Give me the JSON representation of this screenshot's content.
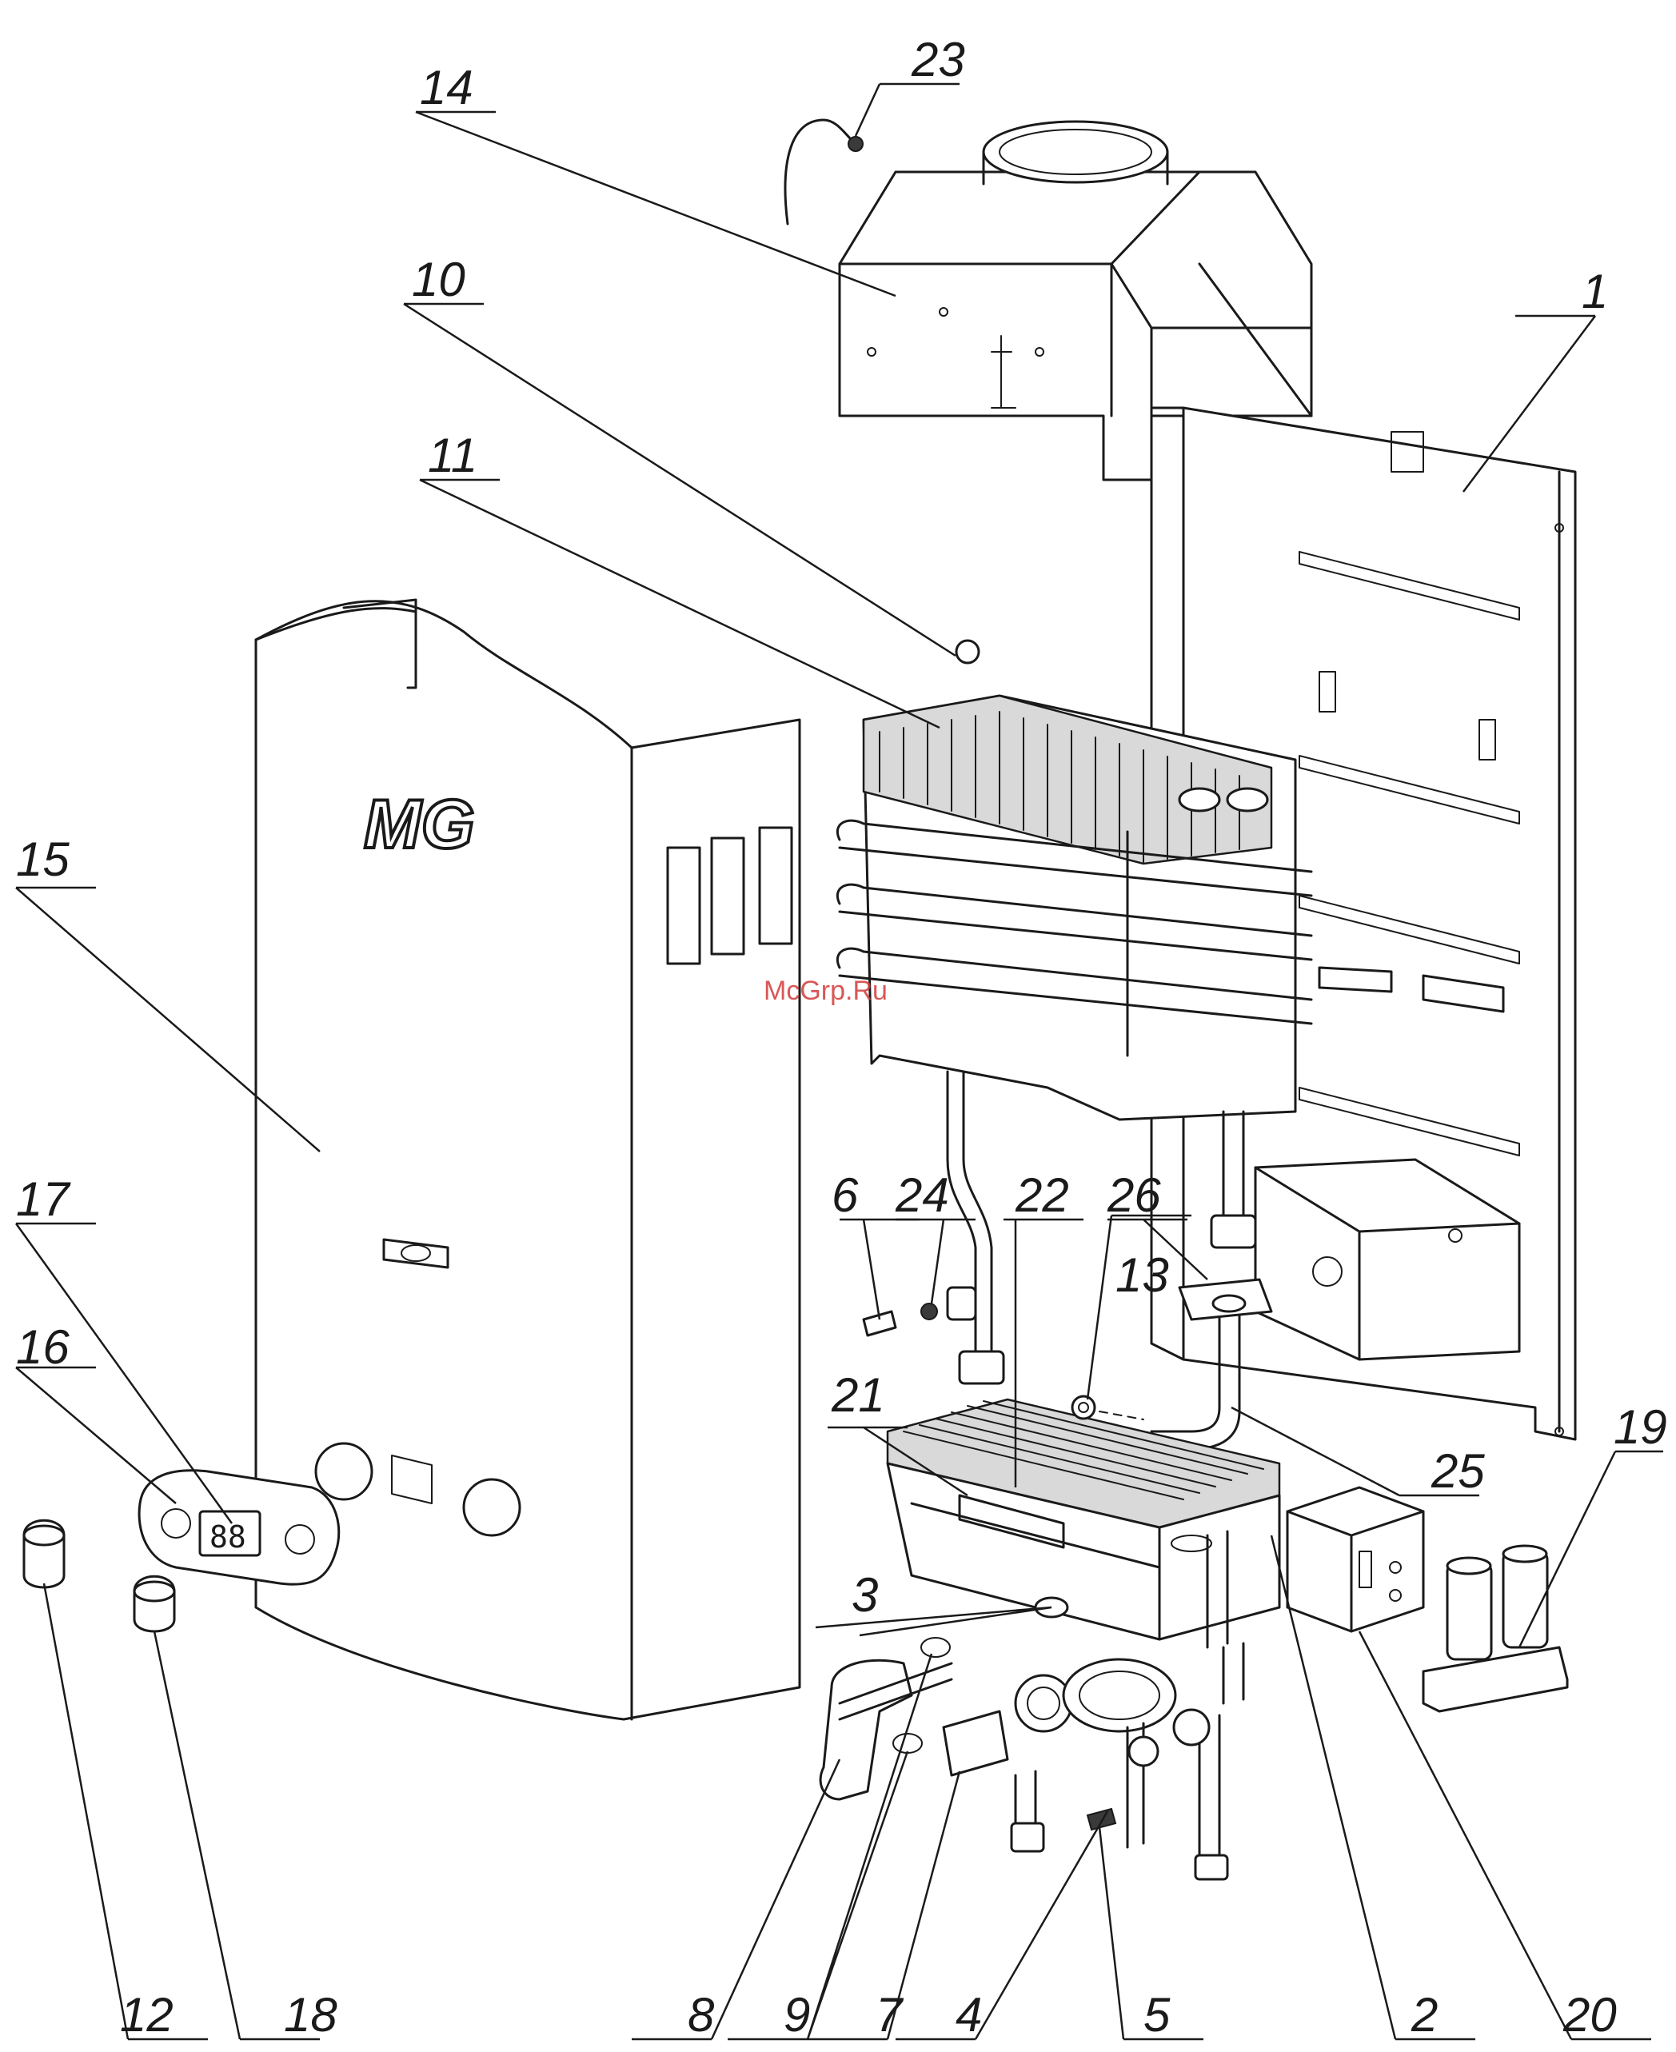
{
  "watermark": "McGrp.Ru",
  "logo_text": "MG",
  "display_readout": "88",
  "callouts": {
    "c1": "1",
    "c2": "2",
    "c3": "3",
    "c4": "4",
    "c5": "5",
    "c6": "6",
    "c7": "7",
    "c8": "8",
    "c9": "9",
    "c10": "10",
    "c11": "11",
    "c12": "12",
    "c13": "13",
    "c14": "14",
    "c15": "15",
    "c16": "16",
    "c17": "17",
    "c18": "18",
    "c19": "19",
    "c20": "20",
    "c21": "21",
    "c22": "22",
    "c23": "23",
    "c24": "24",
    "c25": "25",
    "c26": "26"
  },
  "colors": {
    "line": "#1a1a1a",
    "background": "#ffffff",
    "watermark": "#d23a3a"
  }
}
